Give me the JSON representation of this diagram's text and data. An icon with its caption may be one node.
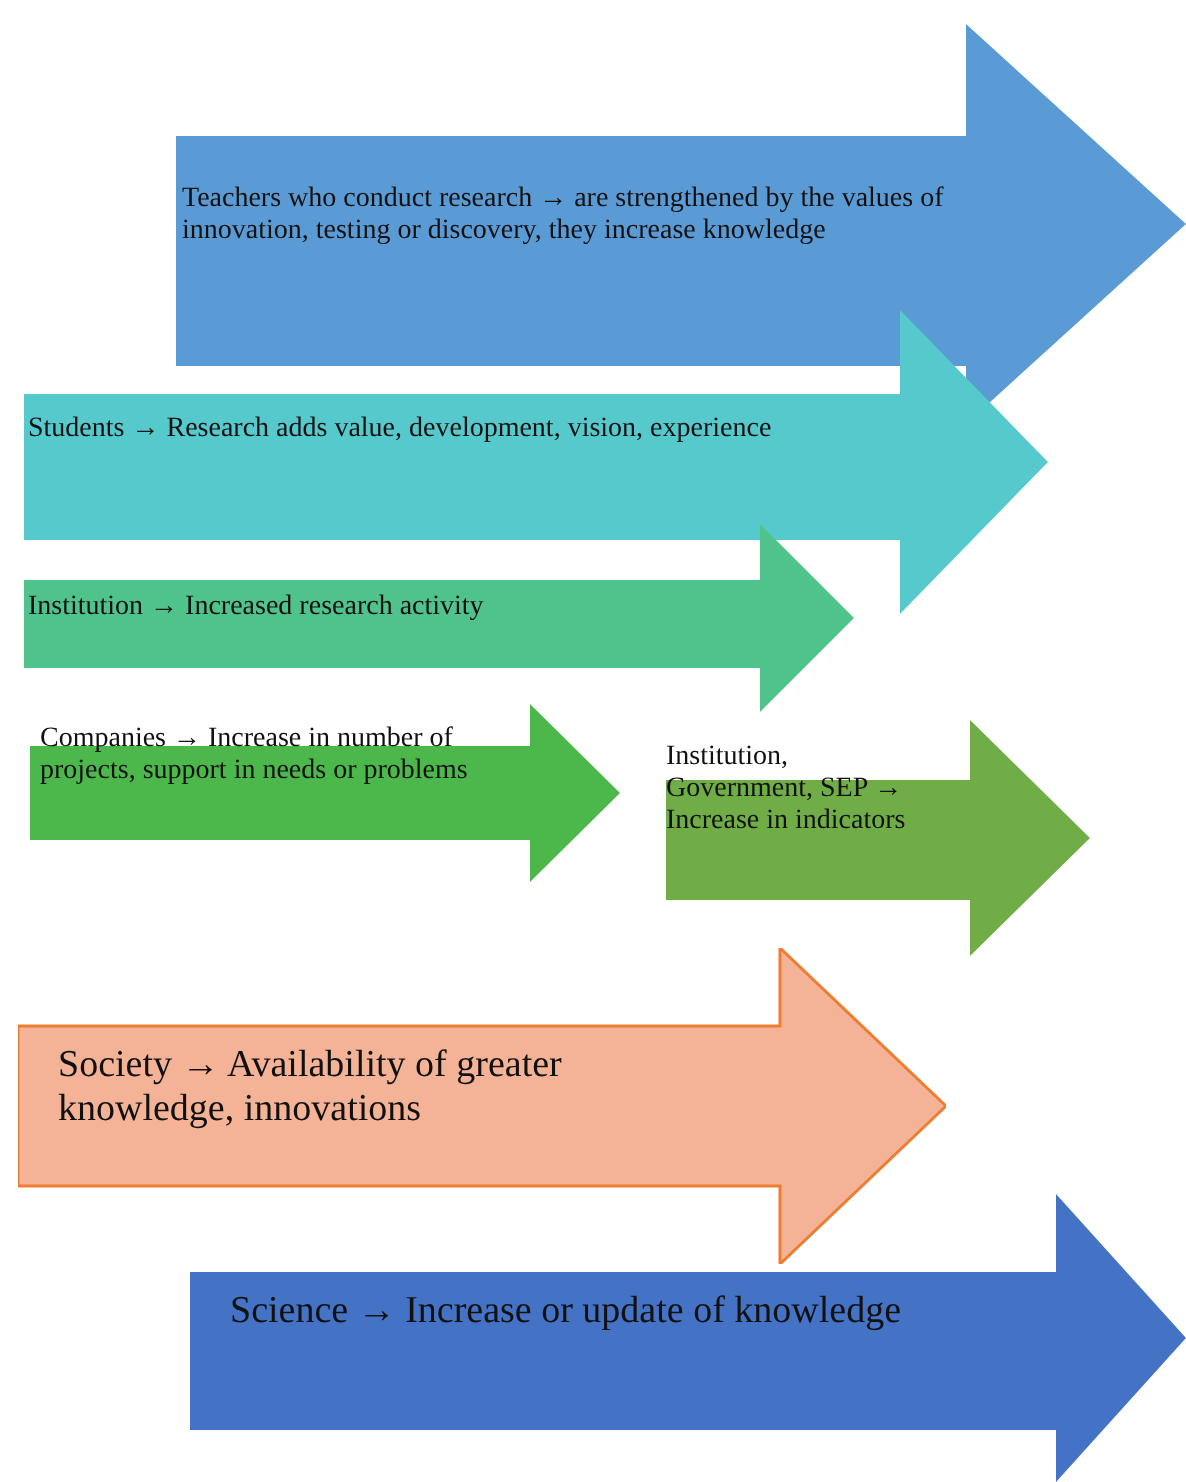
{
  "diagram": {
    "nodes": [
      {
        "text": [
          "Teachers who conduct research → are strengthened by the values of innovation, testing or discovery, they increase knowledge"
        ]
      },
      {
        "text": [
          "Students → Research adds value, development, vision, experience"
        ]
      },
      {
        "text": [
          "Institution → Increased research activity"
        ]
      },
      {
        "text": [
          "Companies → Increase in number of projects, support in needs or problems"
        ]
      },
      {
        "text": [
          "Institution, Government, SEP → Increase in indicators"
        ]
      },
      {
        "text": [
          "Society → Availability of greater knowledge, innovations"
        ]
      },
      {
        "text": [
          "Science → Increase or update of knowledge"
        ]
      }
    ]
  }
}
